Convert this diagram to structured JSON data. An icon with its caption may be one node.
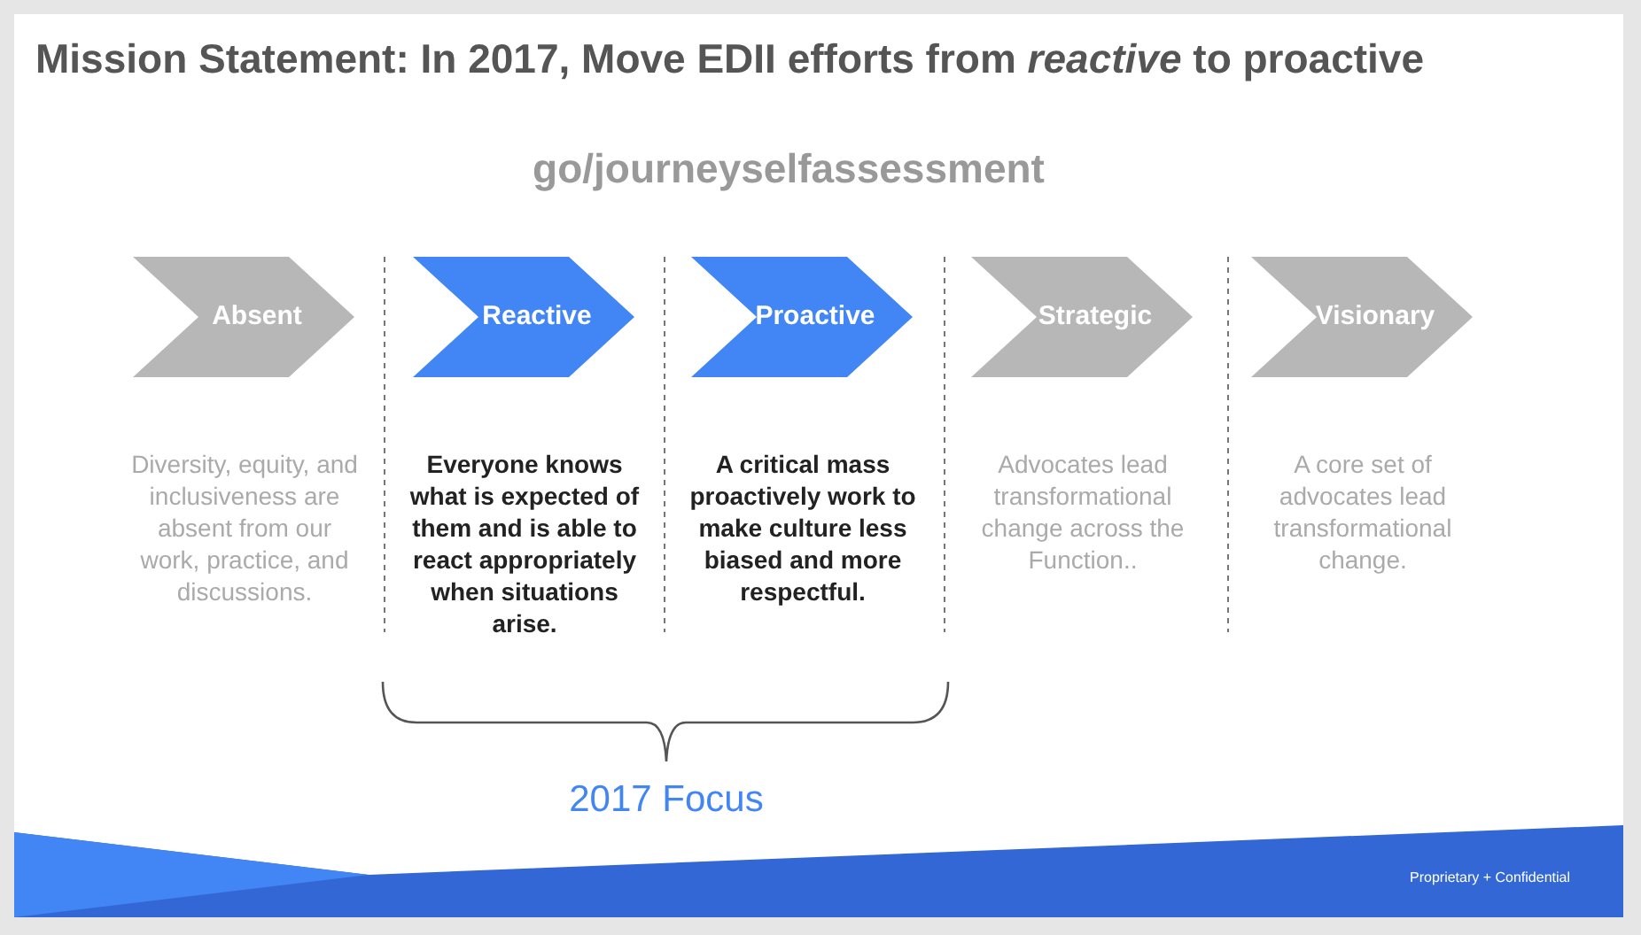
{
  "diagram": {
    "title": "Mission Statement: In 2017, Move EDII efforts from *reactive* to proactive",
    "nodes": [
      {
        "text": [
          "Absent"
        ],
        "beside": [
          "Diversity, equity, and inclusiveness are absent from our work, practice, and discussions."
        ]
      },
      {
        "text": [
          "Reactive"
        ],
        "beside": [
          "Everyone knows what is expected of them and is able to react appropriately when situations arise."
        ]
      },
      {
        "text": [
          "Proactive"
        ],
        "beside": [
          "A critical mass proactively work to make culture less biased and more respectful."
        ]
      },
      {
        "text": [
          "Strategic"
        ],
        "beside": [
          "Advocates lead transformational change across the Function.."
        ]
      },
      {
        "text": [
          "Visionary"
        ],
        "beside": [
          "A core set of advocates lead transformational change."
        ]
      }
    ],
    "edges": [],
    "labels": [
      "go/journeyselfassessment",
      "2017 Focus",
      "Proprietary + Confidential"
    ]
  }
}
